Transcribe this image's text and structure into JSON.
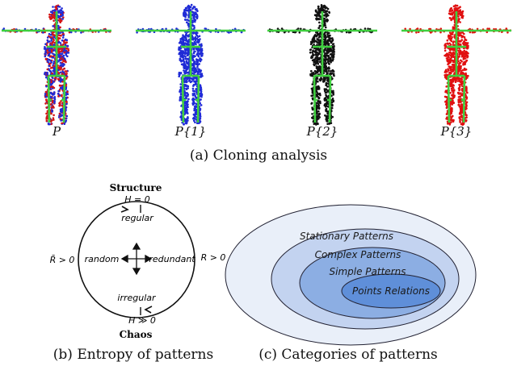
{
  "panel_a": {
    "figures": [
      {
        "label": "P",
        "dot_colors": [
          "#1f2bd6",
          "#d41414"
        ],
        "subscript": ""
      },
      {
        "label": "P{1}",
        "dot_colors": [
          "#1f2bd6"
        ]
      },
      {
        "label": "P{2}",
        "dot_colors": [
          "#111111"
        ]
      },
      {
        "label": "P{3}",
        "dot_colors": [
          "#e01010"
        ]
      }
    ],
    "skeleton_color": "#3fd03f",
    "caption": "(a)  Cloning analysis"
  },
  "panel_b": {
    "top_title": "Structure",
    "top_eq": "H = 0",
    "top_inner": "regular",
    "bottom_title": "Chaos",
    "bottom_eq": "H ≫ 0",
    "bottom_inner": "irregular",
    "left_outer": "R̄ > 0",
    "right_outer": "R > 0",
    "left_inner": "random",
    "right_inner": "redundant",
    "caption": "(b)  Entropy of patterns"
  },
  "panel_c": {
    "ellipses": [
      {
        "label": "Stationary Patterns",
        "fill": "#e9eff9"
      },
      {
        "label": "Complex Patterns",
        "fill": "#c3d3f0"
      },
      {
        "label": "Simple Patterns",
        "fill": "#8caee3"
      },
      {
        "label": "Points Relations",
        "fill": "#5f8fd9"
      }
    ],
    "caption": "(c)  Categories of patterns"
  }
}
